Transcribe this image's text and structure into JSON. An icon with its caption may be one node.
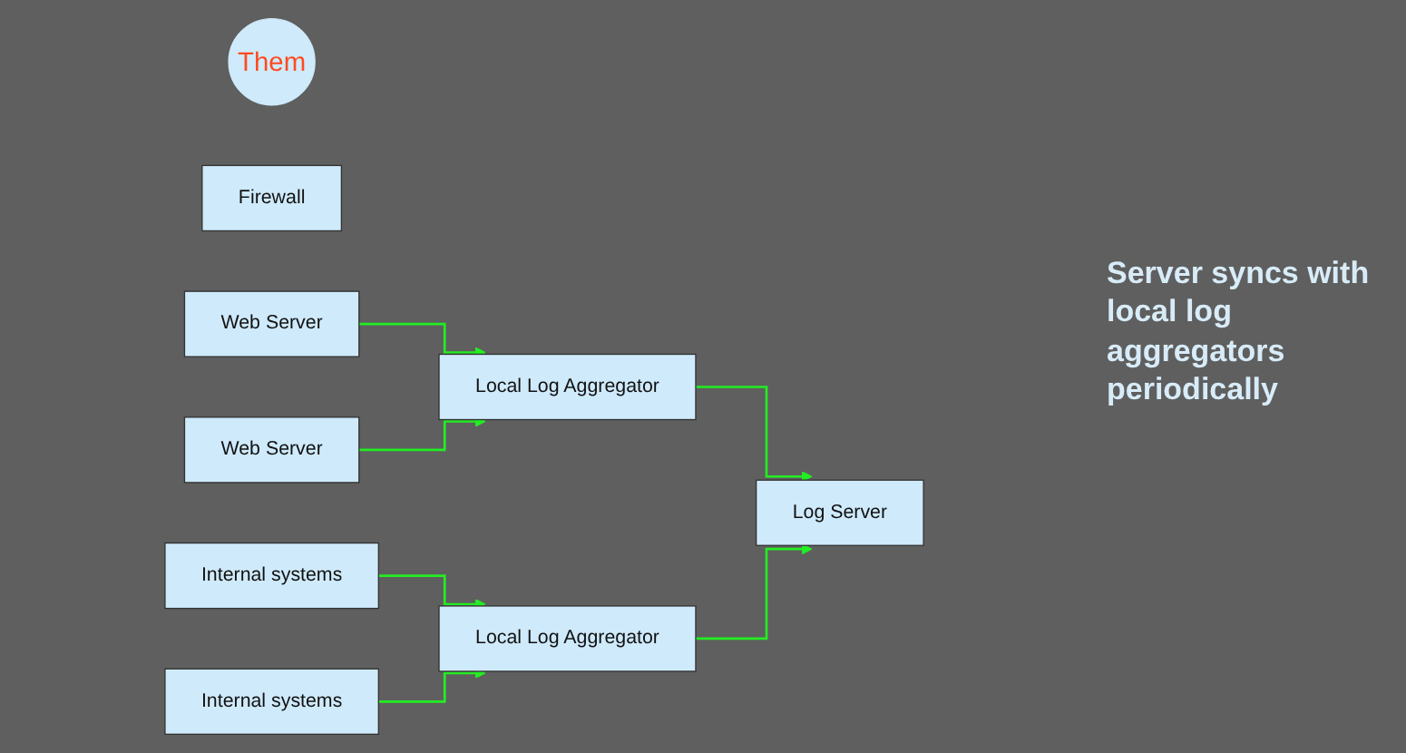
{
  "diagram": {
    "nodes": [
      {
        "text": [
          "Them"
        ]
      },
      {
        "text": [
          "Firewall"
        ]
      },
      {
        "text": [
          "Log Server"
        ]
      },
      {
        "text": [
          "Local Log Aggregator"
        ]
      },
      {
        "text": [
          "Local Log Aggregator"
        ]
      },
      {
        "text": [
          "Web Server"
        ]
      },
      {
        "text": [
          "Internal systems"
        ]
      },
      {
        "text": [
          "Web Server"
        ]
      },
      {
        "text": [
          "Internal systems"
        ]
      }
    ],
    "edges": [
      {
        "from": 3,
        "to": 2,
        "arrow": "to"
      },
      {
        "from": 4,
        "to": 2,
        "arrow": "to"
      },
      {
        "from": 5,
        "to": 3,
        "arrow": "to"
      },
      {
        "from": 7,
        "to": 3,
        "arrow": "to"
      },
      {
        "from": 6,
        "to": 4,
        "arrow": "to"
      },
      {
        "from": 8,
        "to": 4,
        "arrow": "to"
      }
    ],
    "labels": [
      "Server syncs with local log aggregators periodically"
    ]
  }
}
